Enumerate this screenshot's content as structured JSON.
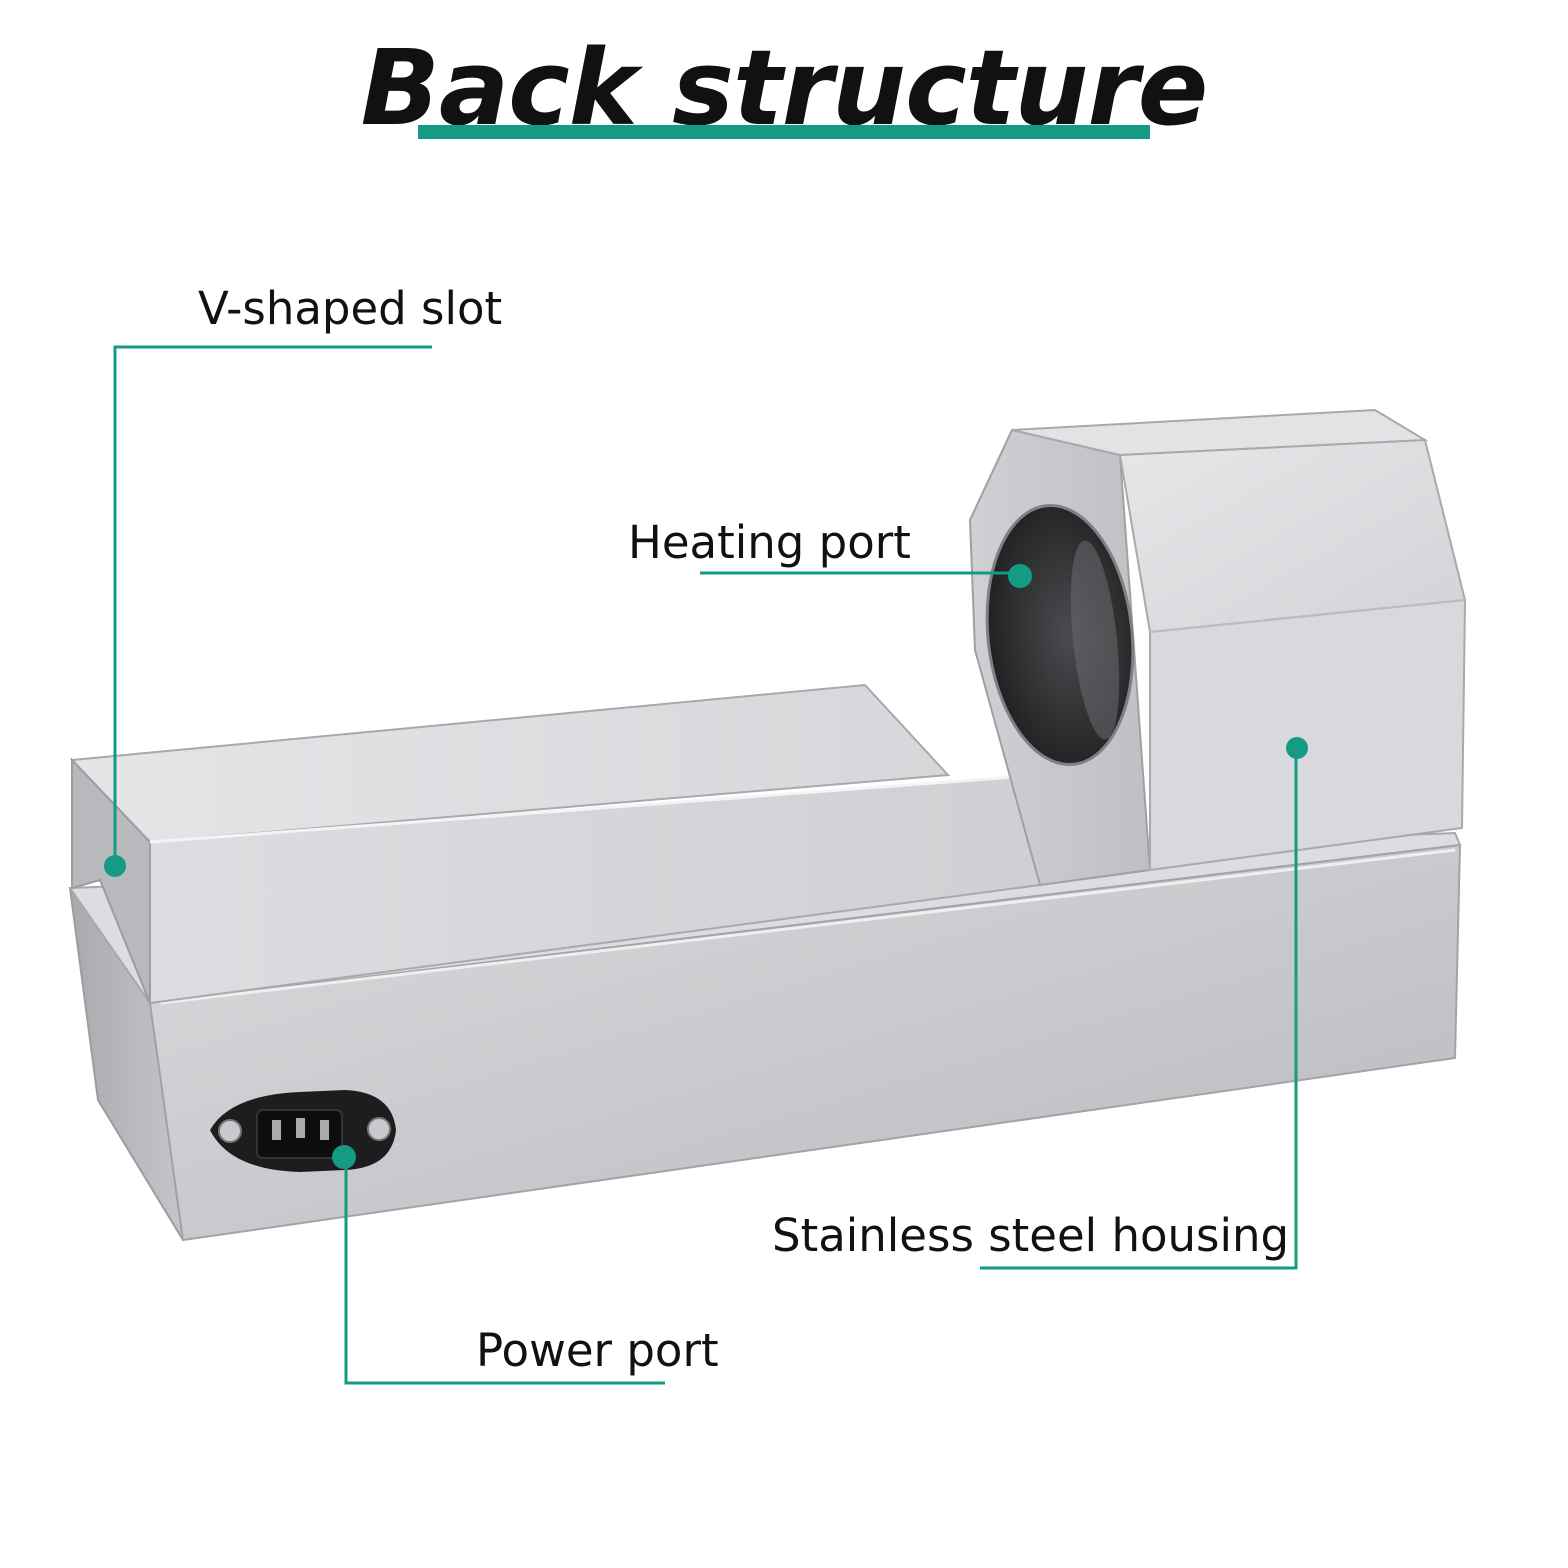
{
  "title": "Back structure",
  "accent_color": "#159b83",
  "labels": {
    "v_slot": "V-shaped slot",
    "heating_port": "Heating port",
    "housing": "Stainless steel housing",
    "power_port": "Power port"
  },
  "icons": {
    "power_socket": "iec-power-inlet-icon"
  }
}
